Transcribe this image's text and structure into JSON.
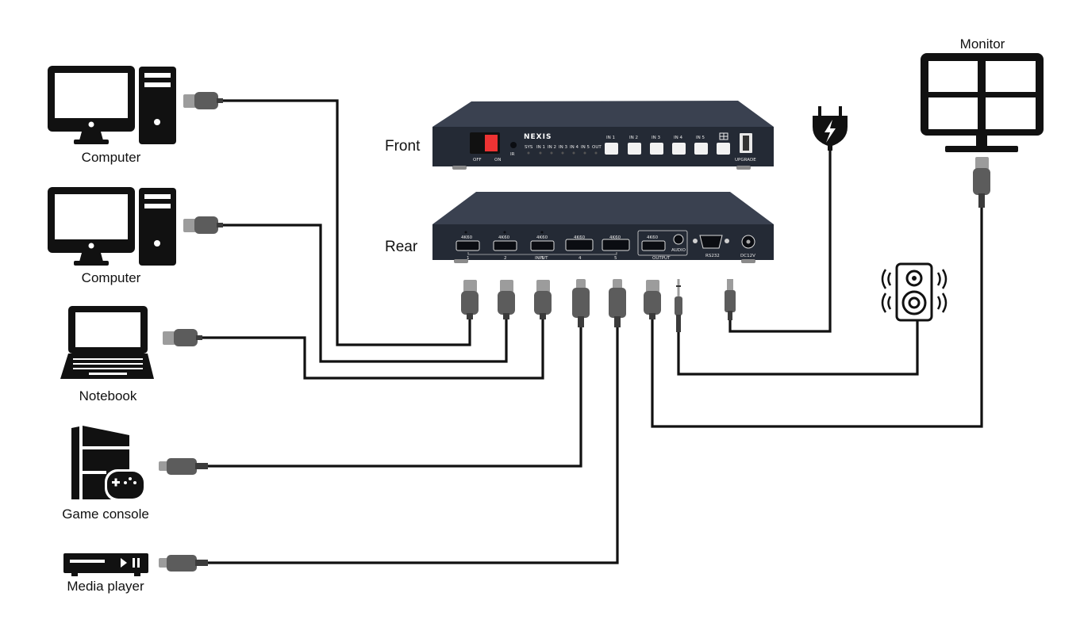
{
  "diagram": {
    "sources": [
      {
        "id": "computer-1",
        "label": "Computer"
      },
      {
        "id": "computer-2",
        "label": "Computer"
      },
      {
        "id": "notebook",
        "label": "Notebook"
      },
      {
        "id": "game-console",
        "label": "Game console"
      },
      {
        "id": "media-player",
        "label": "Media player"
      }
    ],
    "switch": {
      "brand": "NEXIS",
      "front_label": "Front",
      "rear_label": "Rear",
      "front": {
        "switch_off": "OFF",
        "switch_on": "ON",
        "ir": "IR",
        "leds": [
          "SYS",
          "IN 1",
          "IN 2",
          "IN 3",
          "IN 4",
          "IN 5",
          "OUT"
        ],
        "buttons": [
          "IN 1",
          "IN 2",
          "IN 3",
          "IN 4",
          "IN 5"
        ],
        "upgrade": "UPGRADE"
      },
      "rear": {
        "input_ports": [
          "4K60",
          "4K60",
          "4K60",
          "4K60",
          "4K60"
        ],
        "input_numbers": [
          "1",
          "2",
          "3",
          "4",
          "5"
        ],
        "input_group": "INPUT",
        "output_port": "4K60",
        "output_group": "OUTPUT",
        "audio": "AUDIO",
        "rs232": "RS232",
        "dc": "DC12V"
      }
    },
    "outputs": [
      {
        "id": "monitor",
        "label": "Monitor"
      },
      {
        "id": "speaker",
        "label": ""
      },
      {
        "id": "power",
        "label": ""
      }
    ]
  },
  "colors": {
    "device_body": "#242a35",
    "wire": "#111111",
    "plug": "#5c5c5c",
    "plug_tip": "#9c9c9c",
    "button": "#f2f2f2"
  }
}
